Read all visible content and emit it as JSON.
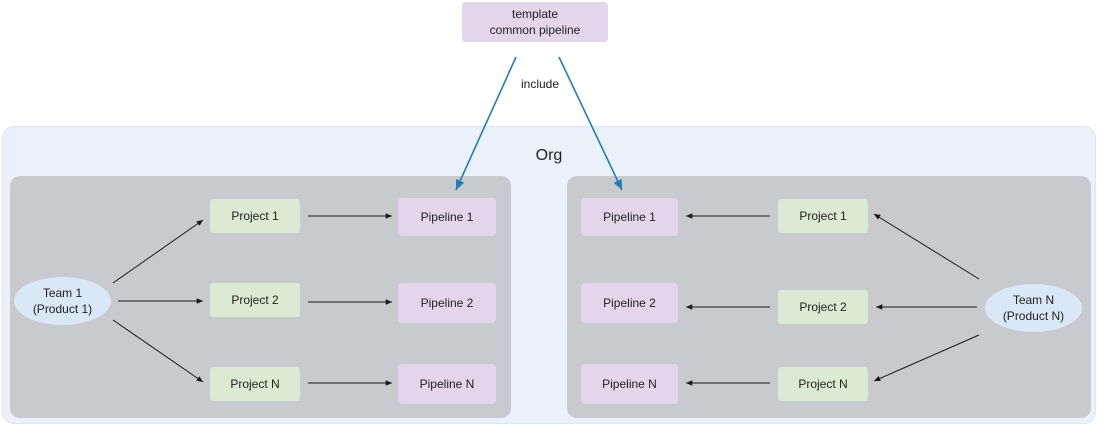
{
  "template": {
    "line1": "template",
    "line2": "common pipeline"
  },
  "include_label": "include",
  "org_title": "Org",
  "left_team": {
    "line1": "Team 1",
    "line2": "(Product 1)",
    "projects": [
      "Project 1",
      "Project 2",
      "Project N"
    ],
    "pipelines": [
      "Pipeline 1",
      "Pipeline 2",
      "Pipeline N"
    ]
  },
  "right_team": {
    "line1": "Team N",
    "line2": "(Product N)",
    "projects": [
      "Project 1",
      "Project 2",
      "Project N"
    ],
    "pipelines": [
      "Pipeline 1",
      "Pipeline 2",
      "Pipeline N"
    ]
  },
  "colors": {
    "include_arrow": "#1f7fb5",
    "flow_arrow": "#1a1a1a",
    "org_background": "#eaf1fb",
    "team_panel": "#c9cacd",
    "project_fill": "#dce9d3",
    "pipeline_fill": "#e3d5ea",
    "team_fill": "#d9e7f7"
  }
}
